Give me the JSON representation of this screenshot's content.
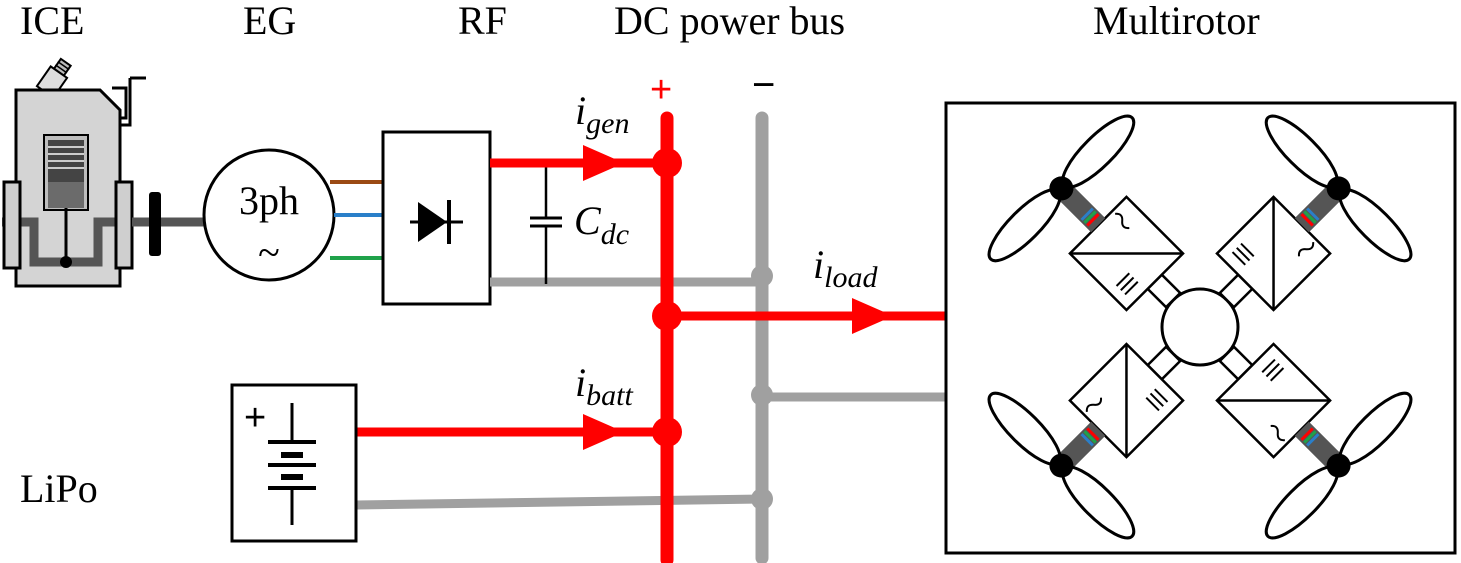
{
  "labels": {
    "ice": "ICE",
    "eg": "EG",
    "rf": "RF",
    "dc_bus": "DC power bus",
    "multirotor": "Multirotor",
    "lipo": "LiPo",
    "plus": "+",
    "minus": "−"
  },
  "generator": {
    "phase": "3ph",
    "ac_symbol": "~"
  },
  "capacitor": {
    "symbol": "C",
    "subscript": "dc"
  },
  "currents": {
    "symbol": "i",
    "gen": "gen",
    "load": "load",
    "batt": "batt"
  },
  "battery": {
    "plus": "+"
  },
  "colors": {
    "positive_bus": "#ff0000",
    "negative_bus": "#a0a0a0",
    "phase_1": "#9b4a14",
    "phase_2": "#2a7fc9",
    "phase_3": "#1fa24a",
    "engine_body": "#d4d4d4",
    "engine_dark": "#555555"
  }
}
